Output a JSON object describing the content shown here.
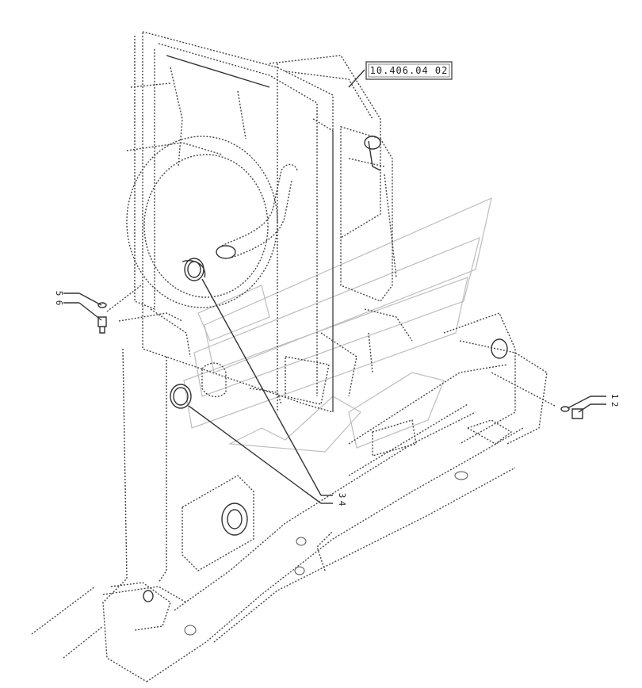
{
  "reference_box": {
    "label": "10.406.04 02"
  },
  "callouts": [
    {
      "id": "5",
      "label": "5"
    },
    {
      "id": "6",
      "label": "6"
    },
    {
      "id": "1",
      "label": "1"
    },
    {
      "id": "2",
      "label": "2"
    },
    {
      "id": "3",
      "label": "3"
    },
    {
      "id": "4",
      "label": "4"
    }
  ]
}
